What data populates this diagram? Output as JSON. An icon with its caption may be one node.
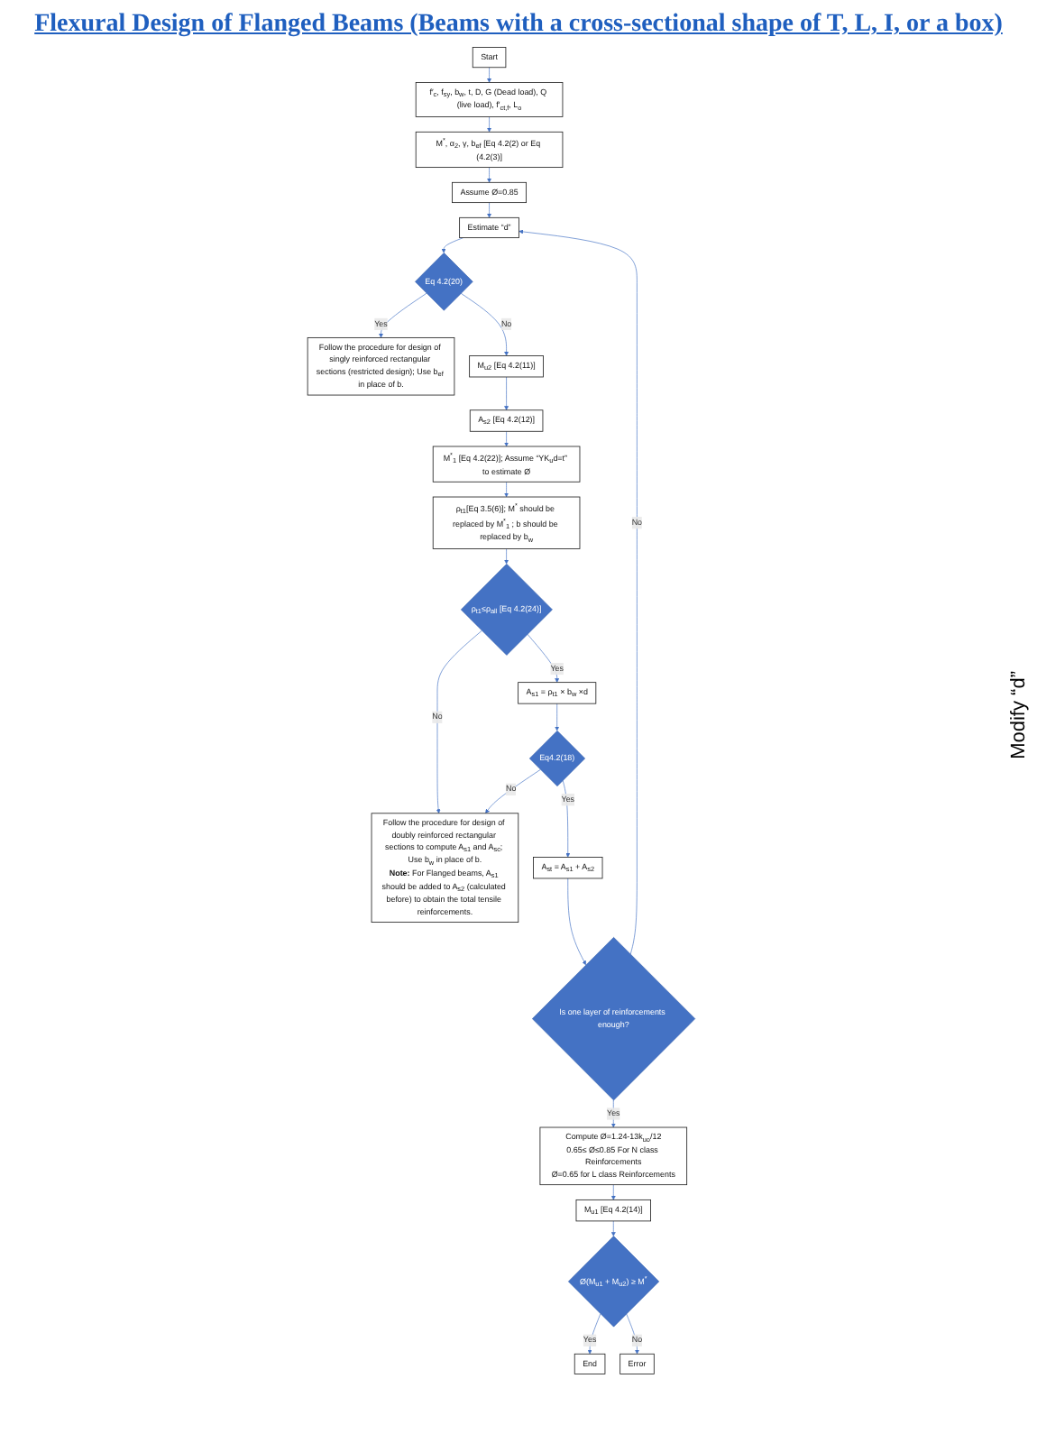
{
  "diagram": {
    "title": "Flexural Design of Flanged Beams (Beams with a cross-sectional shape of T, L, I, or a box)",
    "nodes": [
      {
        "text": [
          "Start"
        ]
      },
      {
        "text": [
          "f′$_{c}$, f$_{sy}$, b$_{w}$, t, D, G (Dead load), Q (live load), f′$_{ct,f}$, L$_{o}$"
        ]
      },
      {
        "text": [
          "M$^{*}$, α$_{2}$, γ, b$_{ef}$ [Eq 4.2(2) or Eq (4.2(3)]"
        ]
      },
      {
        "text": [
          "Assume Ø=0.85"
        ]
      },
      {
        "text": [
          "Estimate “d”"
        ]
      },
      {
        "text": [
          "Eq 4.2(20)"
        ]
      },
      {
        "text": [
          "Follow the procedure for design of singly reinforced rectangular sections (restricted design); Use b$_{ef}$ in place of b."
        ]
      },
      {
        "text": [
          "M$_{u2}$ [Eq 4.2(11)]"
        ]
      },
      {
        "text": [
          "A$_{s2}$ [Eq 4.2(12)]"
        ]
      },
      {
        "text": [
          "M$^{*}$$_{1}$ [Eq 4.2(22)]; Assume “YK$_{u}$d=t” to estimate Ø"
        ]
      },
      {
        "text": [
          "ρ$_{t1}$[Eq 3.5(6)]; M$^{*}$ should be replaced by M$^{*}$$_{1}$ ; b should be replaced by b$_{w}$"
        ]
      },
      {
        "text": [
          "ρ$_{t1}$≤ρ$_{all}$ [Eq 4.2(24)]"
        ]
      },
      {
        "text": [
          "Follow the procedure for design of doubly reinforced rectangular sections to compute A$_{s1}$ and A$_{sc}$; Use b$_{w}$ in place of b.",
          "**Note:** For Flanged beams, A$_{s1}$ should be added to A$_{s2}$ (calculated before) to obtain the total tensile reinforcements."
        ]
      },
      {
        "text": [
          "A$_{s1}$ = ρ$_{t1}$ × b$_{w}$ ×d"
        ]
      },
      {
        "text": [
          "Eq4.2(18)"
        ]
      },
      {
        "text": [
          "A$_{st}$ = A$_{s1}$ + A$_{s2}$"
        ]
      },
      {
        "text": [
          "Is one layer of reinforcements enough?"
        ]
      },
      {
        "text": [
          "Compute Ø=1.24-13k$_{uo}$/12",
          "0.65≤ Ø≤0.85 For N class Reinforcements",
          "Ø=0.65 for L class Reinforcements"
        ]
      },
      {
        "text": [
          "M$_{u1}$ [Eq 4.2(14)]"
        ]
      },
      {
        "text": [
          "Ø(M$_{u1}$ + M$_{u2}$) ≥ M$^{*}$"
        ]
      },
      {
        "text": [
          "End"
        ]
      },
      {
        "text": [
          "Error"
        ]
      }
    ],
    "edges": [
      {
        "from": 0,
        "to": 1,
        "arrow": "to"
      },
      {
        "from": 1,
        "to": 2,
        "arrow": "to"
      },
      {
        "from": 2,
        "to": 3,
        "arrow": "to"
      },
      {
        "from": 3,
        "to": 4,
        "arrow": "to"
      },
      {
        "from": 4,
        "to": 5,
        "arrow": "to"
      },
      {
        "from": 5,
        "to": 6,
        "arrow": "to",
        "label": "Yes"
      },
      {
        "from": 5,
        "to": 7,
        "arrow": "to",
        "label": "No"
      },
      {
        "from": 7,
        "to": 8,
        "arrow": "to"
      },
      {
        "from": 8,
        "to": 9,
        "arrow": "to"
      },
      {
        "from": 9,
        "to": 10,
        "arrow": "to"
      },
      {
        "from": 10,
        "to": 11,
        "arrow": "to"
      },
      {
        "from": 11,
        "to": 12,
        "arrow": "to",
        "label": "No"
      },
      {
        "from": 11,
        "to": 13,
        "arrow": "to",
        "label": "Yes"
      },
      {
        "from": 13,
        "to": 14,
        "arrow": "to"
      },
      {
        "from": 14,
        "to": 12,
        "arrow": "to",
        "label": "No"
      },
      {
        "from": 14,
        "to": 15,
        "arrow": "to",
        "label": "Yes"
      },
      {
        "from": 15,
        "to": 16,
        "arrow": "to"
      },
      {
        "from": 16,
        "to": 4,
        "arrow": "to",
        "label": "No"
      },
      {
        "from": 16,
        "to": 17,
        "arrow": "to",
        "label": "Yes"
      },
      {
        "from": 17,
        "to": 18,
        "arrow": "to"
      },
      {
        "from": 18,
        "to": 19,
        "arrow": "to"
      },
      {
        "from": 19,
        "to": 20,
        "arrow": "to",
        "label": "Yes"
      },
      {
        "from": 19,
        "to": 21,
        "arrow": "to",
        "label": "No"
      }
    ],
    "labels": [
      "Modify “d”"
    ]
  }
}
